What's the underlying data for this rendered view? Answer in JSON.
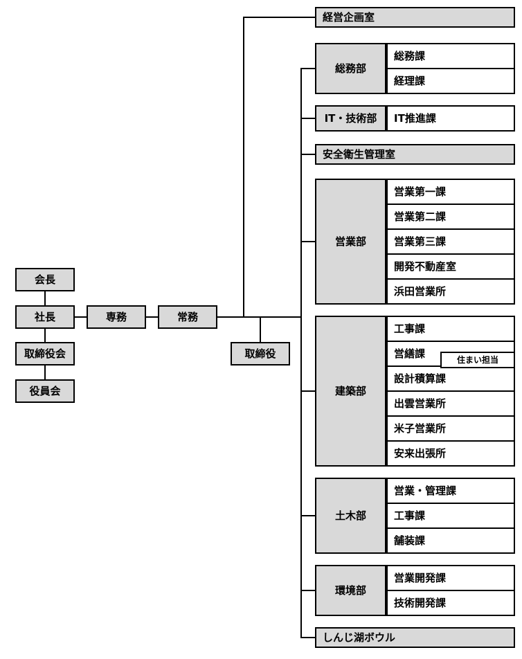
{
  "nodes": {
    "kaicho": "会長",
    "shacho": "社長",
    "torishimariyakukai": "取締役会",
    "yakuinkai": "役員会",
    "senmu": "専務",
    "jomu": "常務",
    "torishimariyaku": "取締役",
    "keiei_kikaku": "経営企画室",
    "anzen_eisei": "安全衛生管理室",
    "shinjiko_bowl": "しんじ湖ボウル"
  },
  "departments": [
    {
      "name": "総務部",
      "children": [
        "総務課",
        "経理課"
      ]
    },
    {
      "name": "IT・技術部",
      "children": [
        "IT推進課"
      ]
    },
    {
      "name": "営業部",
      "children": [
        "営業第一課",
        "営業第二課",
        "営業第三課",
        "開発不動産室",
        "浜田営業所"
      ]
    },
    {
      "name": "建築部",
      "children": [
        "工事課",
        "営繕課",
        "設計積算課",
        "出雲営業所",
        "米子営業所",
        "安来出張所"
      ],
      "attachment": "住まい担当"
    },
    {
      "name": "土木部",
      "children": [
        "営業・管理課",
        "工事課",
        "舗装課"
      ]
    },
    {
      "name": "環境部",
      "children": [
        "営業開発課",
        "技術開発課"
      ]
    }
  ],
  "colors": {
    "box_fill": "#d9d9d9",
    "child_fill": "#ffffff",
    "border": "#000000"
  }
}
